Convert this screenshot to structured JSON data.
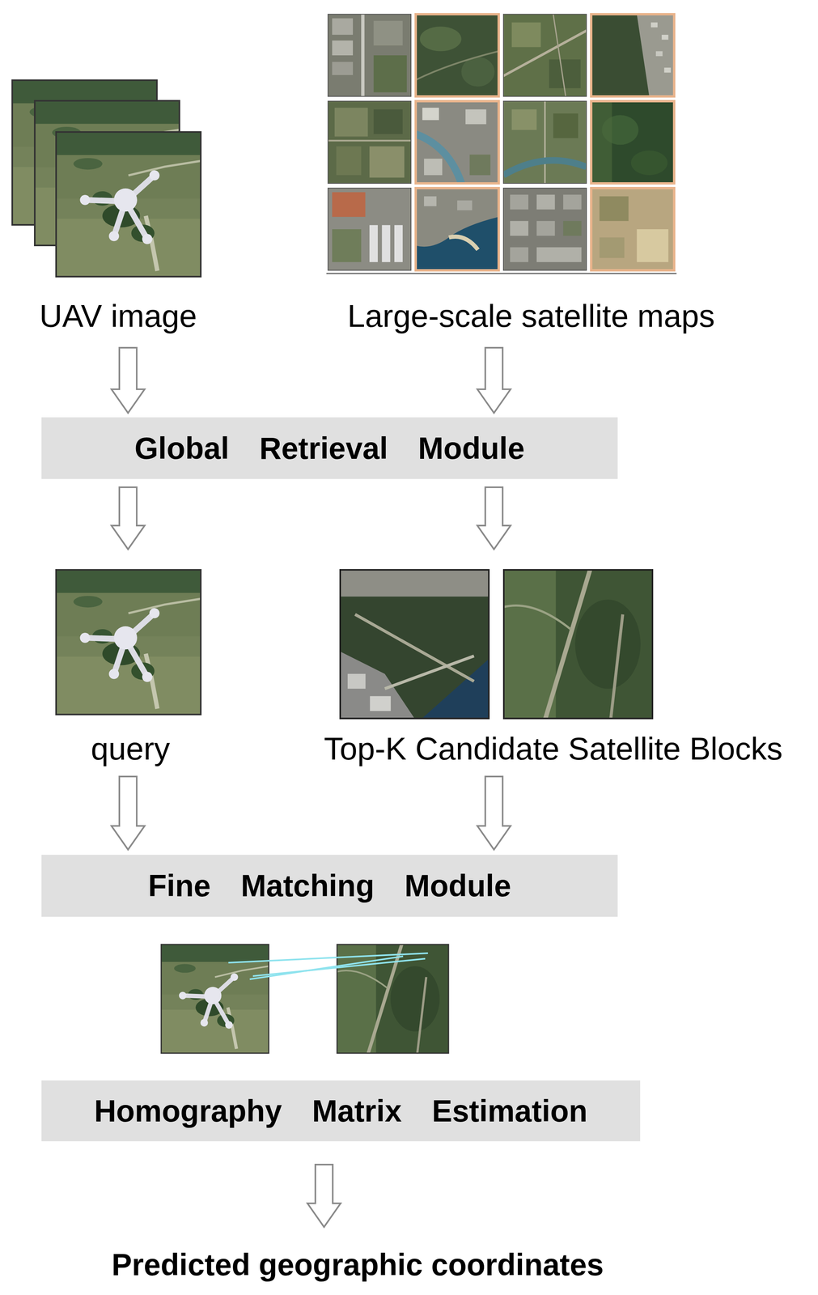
{
  "diagram": {
    "nodes": [
      {
        "text": [
          "UAV image"
        ]
      },
      {
        "text": [
          "Large-scale satellite maps"
        ]
      },
      {
        "text": [
          "Global Retrieval Module"
        ]
      },
      {
        "text": [
          "query"
        ]
      },
      {
        "text": [
          "Top-K Candidate Satellite Blocks"
        ]
      },
      {
        "text": [
          "Fine Matching Module"
        ]
      },
      {
        "text": [
          "Homography Matrix Estimation"
        ]
      },
      {
        "text": [
          "Predicted geographic coordinates"
        ]
      }
    ],
    "edges": [
      {
        "from": 0,
        "to": 2,
        "arrow": "to"
      },
      {
        "from": 1,
        "to": 2,
        "arrow": "to"
      },
      {
        "from": 2,
        "to": 3,
        "arrow": "to"
      },
      {
        "from": 2,
        "to": 4,
        "arrow": "to"
      },
      {
        "from": 3,
        "to": 5,
        "arrow": "to"
      },
      {
        "from": 4,
        "to": 5,
        "arrow": "to"
      },
      {
        "from": 6,
        "to": 7,
        "arrow": "to"
      }
    ]
  }
}
